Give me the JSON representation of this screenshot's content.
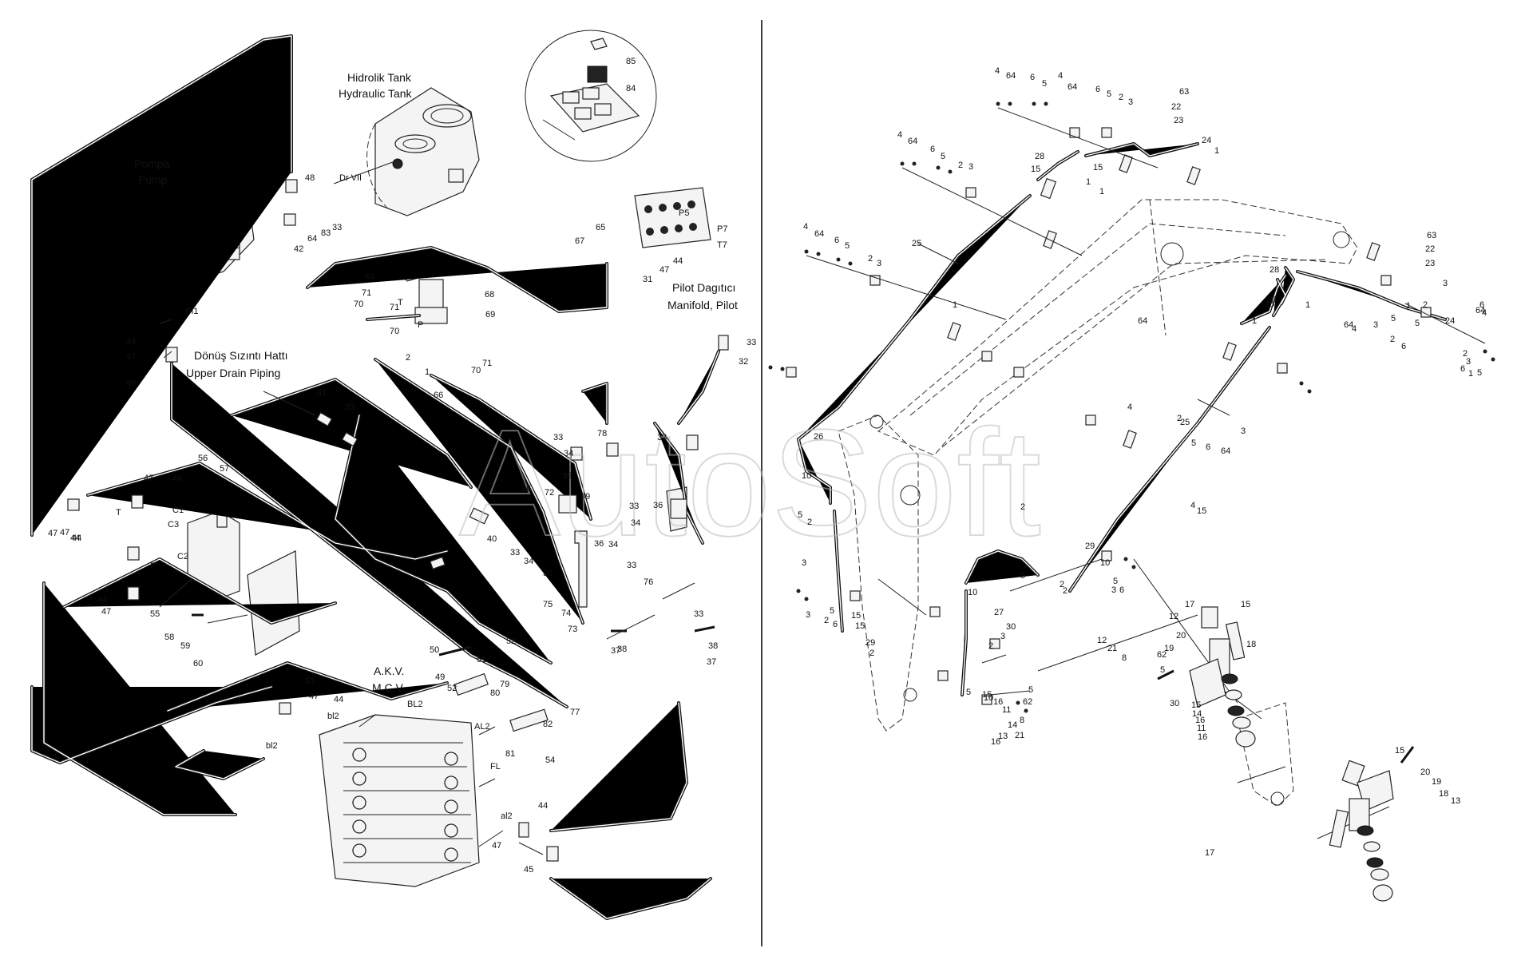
{
  "watermark": "AutoSoft",
  "captions": {
    "pump_tr": "Pompa",
    "pump_en": "Pump",
    "tank_tr": "Hidrolik Tank",
    "tank_en": "Hydraulic Tank",
    "drain_tr": "Dönüş Sızıntı Hattı",
    "drain_en": "Upper Drain Piping",
    "manifold_tr": "Pilot Dagıtıcı",
    "manifold_en": "Manifold, Pilot",
    "mcv_tr": "A.K.V.",
    "mcv_en": "M.C.V."
  },
  "port_labels": [
    "PI1",
    "Dr VII",
    "P5",
    "P7",
    "T7",
    "T",
    "P",
    "C1",
    "C3",
    "C2",
    "T",
    "P",
    "BL2",
    "AL2",
    "FL",
    "al2",
    "bl2",
    "bl2"
  ],
  "callouts_left": [
    "48",
    "42",
    "64",
    "83",
    "33",
    "85",
    "84",
    "63",
    "68",
    "69",
    "71",
    "70",
    "71",
    "70",
    "2",
    "1",
    "70",
    "71",
    "66",
    "65",
    "47",
    "44",
    "67",
    "31",
    "33",
    "32",
    "44",
    "47",
    "46",
    "41",
    "33",
    "56",
    "57",
    "47",
    "44",
    "47",
    "44",
    "44",
    "47",
    "55",
    "58",
    "59",
    "60",
    "78",
    "33",
    "34",
    "35",
    "33",
    "36",
    "72",
    "39",
    "33",
    "34",
    "36",
    "40",
    "33",
    "34",
    "36",
    "36",
    "34",
    "33",
    "76",
    "75",
    "74",
    "73",
    "37",
    "38",
    "33",
    "38",
    "37",
    "50",
    "49",
    "52",
    "51",
    "52",
    "79",
    "80",
    "77",
    "82",
    "81",
    "53",
    "47",
    "44",
    "47",
    "44",
    "54",
    "44",
    "47",
    "45"
  ],
  "callouts_right": [
    "4",
    "64",
    "6",
    "5",
    "4",
    "64",
    "6",
    "5",
    "2",
    "3",
    "63",
    "22",
    "23",
    "24",
    "1",
    "28",
    "15",
    "15",
    "1",
    "1",
    "4",
    "64",
    "6",
    "5",
    "2",
    "3",
    "25",
    "4",
    "64",
    "6",
    "5",
    "2",
    "3",
    "1",
    "63",
    "22",
    "23",
    "3",
    "24",
    "28",
    "15",
    "15",
    "1",
    "64",
    "4",
    "3",
    "2",
    "6",
    "5",
    "1",
    "2",
    "5",
    "6",
    "64",
    "4",
    "6",
    "5",
    "2",
    "3",
    "1",
    "1",
    "64",
    "4",
    "25",
    "3",
    "2",
    "5",
    "6",
    "64",
    "4",
    "15",
    "29",
    "10",
    "5",
    "6",
    "26",
    "10",
    "5",
    "2",
    "3",
    "3",
    "2",
    "5",
    "6",
    "15",
    "15",
    "29",
    "2",
    "2",
    "2",
    "3",
    "2",
    "5",
    "10",
    "27",
    "3",
    "2",
    "5",
    "10",
    "15",
    "16",
    "11",
    "14",
    "13",
    "16",
    "30",
    "5",
    "62",
    "8",
    "21",
    "12",
    "17",
    "15",
    "20",
    "19",
    "18",
    "12",
    "21",
    "8",
    "62",
    "5",
    "30",
    "15",
    "14",
    "16",
    "11",
    "16",
    "17",
    "15",
    "20",
    "19",
    "18",
    "13"
  ],
  "colors": {
    "line": "#111111",
    "watermark": "#bdbdbd",
    "background": "#ffffff"
  }
}
